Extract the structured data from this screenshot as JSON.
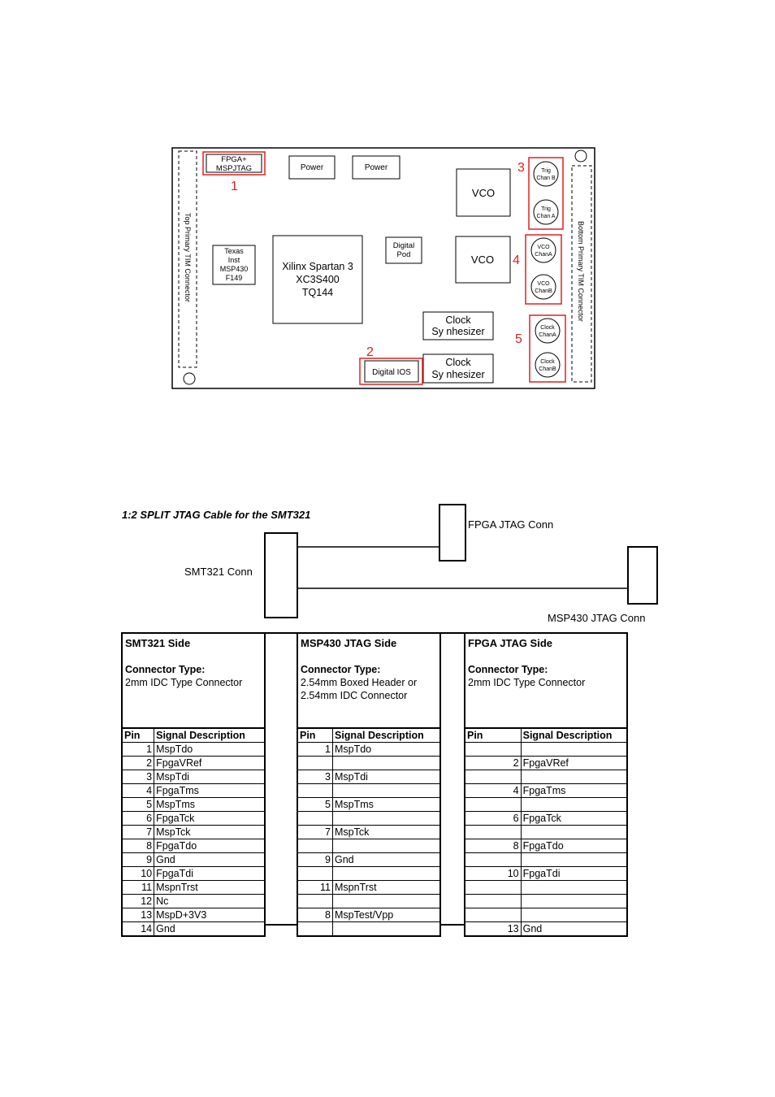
{
  "board": {
    "fpga_jtag": "FPGA+",
    "fpga_jtag2": "MSPJTAG",
    "power1": "Power",
    "power2": "Power",
    "vco1": "VCO",
    "vco2": "VCO",
    "texas1": "Texas",
    "texas2": "Inst",
    "texas3": "MSP430",
    "texas4": "F149",
    "xilinx1": "Xilinx Spartan 3",
    "xilinx2": "XC3S400",
    "xilinx3": "TQ144",
    "digpod1": "Digital",
    "digpod2": "Pod",
    "clock1a": "Clock",
    "clock1b": "Sy nhesizer",
    "clock2a": "Clock",
    "clock2b": "Sy nhesizer",
    "digio": "Digital IOS",
    "top_conn": "Top Primary TIM Connector",
    "bottom_conn": "Bottom Primary TIM Connector",
    "trig1": "Trig",
    "trig1b": "Chan B",
    "trig2": "Trig",
    "trig2b": "Chan A",
    "vcoa1": "VCO",
    "vcoa2": "ChanA",
    "vcob1": "VCO",
    "vcob2": "ChanB",
    "clka1": "Clock",
    "clka2": "ChanA",
    "clkb1": "Clock",
    "clkb2": "ChanB",
    "labels": [
      "1",
      "2",
      "3",
      "4",
      "5"
    ]
  },
  "cable": {
    "title": "1:2 SPLIT JTAG Cable for the SMT321",
    "smt_conn": "SMT321 Conn",
    "fpga_conn": "FPGA JTAG Conn",
    "msp_conn": "MSP430 JTAG Conn"
  },
  "tables": {
    "smt": {
      "title": "SMT321 Side",
      "ctype_label": "Connector Type:",
      "ctype": [
        "2mm IDC Type Connector"
      ],
      "col_pin": "Pin",
      "col_sig": "Signal Description",
      "rows": [
        [
          "1",
          "MspTdo"
        ],
        [
          "2",
          "FpgaVRef"
        ],
        [
          "3",
          "MspTdi"
        ],
        [
          "4",
          "FpgaTms"
        ],
        [
          "5",
          "MspTms"
        ],
        [
          "6",
          "FpgaTck"
        ],
        [
          "7",
          "MspTck"
        ],
        [
          "8",
          "FpgaTdo"
        ],
        [
          "9",
          "Gnd"
        ],
        [
          "10",
          "FpgaTdi"
        ],
        [
          "11",
          "MspnTrst"
        ],
        [
          "12",
          "Nc"
        ],
        [
          "13",
          "MspD+3V3"
        ],
        [
          "14",
          "Gnd"
        ]
      ]
    },
    "msp": {
      "title": "MSP430 JTAG Side",
      "ctype_label": "Connector Type:",
      "ctype": [
        "2.54mm Boxed Header or",
        "2.54mm IDC Connector"
      ],
      "col_pin": "Pin",
      "col_sig": "Signal Description",
      "rows": [
        [
          "1",
          "MspTdo"
        ],
        [
          "",
          ""
        ],
        [
          "3",
          "MspTdi"
        ],
        [
          "",
          ""
        ],
        [
          "5",
          "MspTms"
        ],
        [
          "",
          ""
        ],
        [
          "7",
          "MspTck"
        ],
        [
          "",
          ""
        ],
        [
          "9",
          "Gnd"
        ],
        [
          "",
          ""
        ],
        [
          "11",
          "MspnTrst"
        ],
        [
          "",
          ""
        ],
        [
          "8",
          "MspTest/Vpp"
        ],
        [
          "",
          ""
        ]
      ]
    },
    "fpga": {
      "title": "FPGA JTAG Side",
      "ctype_label": "Connector Type:",
      "ctype": [
        "2mm IDC Type Connector"
      ],
      "col_pin": "Pin",
      "col_sig": "Signal Description",
      "rows": [
        [
          "",
          ""
        ],
        [
          "2",
          "FpgaVRef"
        ],
        [
          "",
          ""
        ],
        [
          "4",
          "FpgaTms"
        ],
        [
          "",
          ""
        ],
        [
          "6",
          "FpgaTck"
        ],
        [
          "",
          ""
        ],
        [
          "8",
          "FpgaTdo"
        ],
        [
          "",
          ""
        ],
        [
          "10",
          "FpgaTdi"
        ],
        [
          "",
          ""
        ],
        [
          "",
          ""
        ],
        [
          "",
          ""
        ],
        [
          "13",
          "Gnd"
        ]
      ]
    }
  }
}
